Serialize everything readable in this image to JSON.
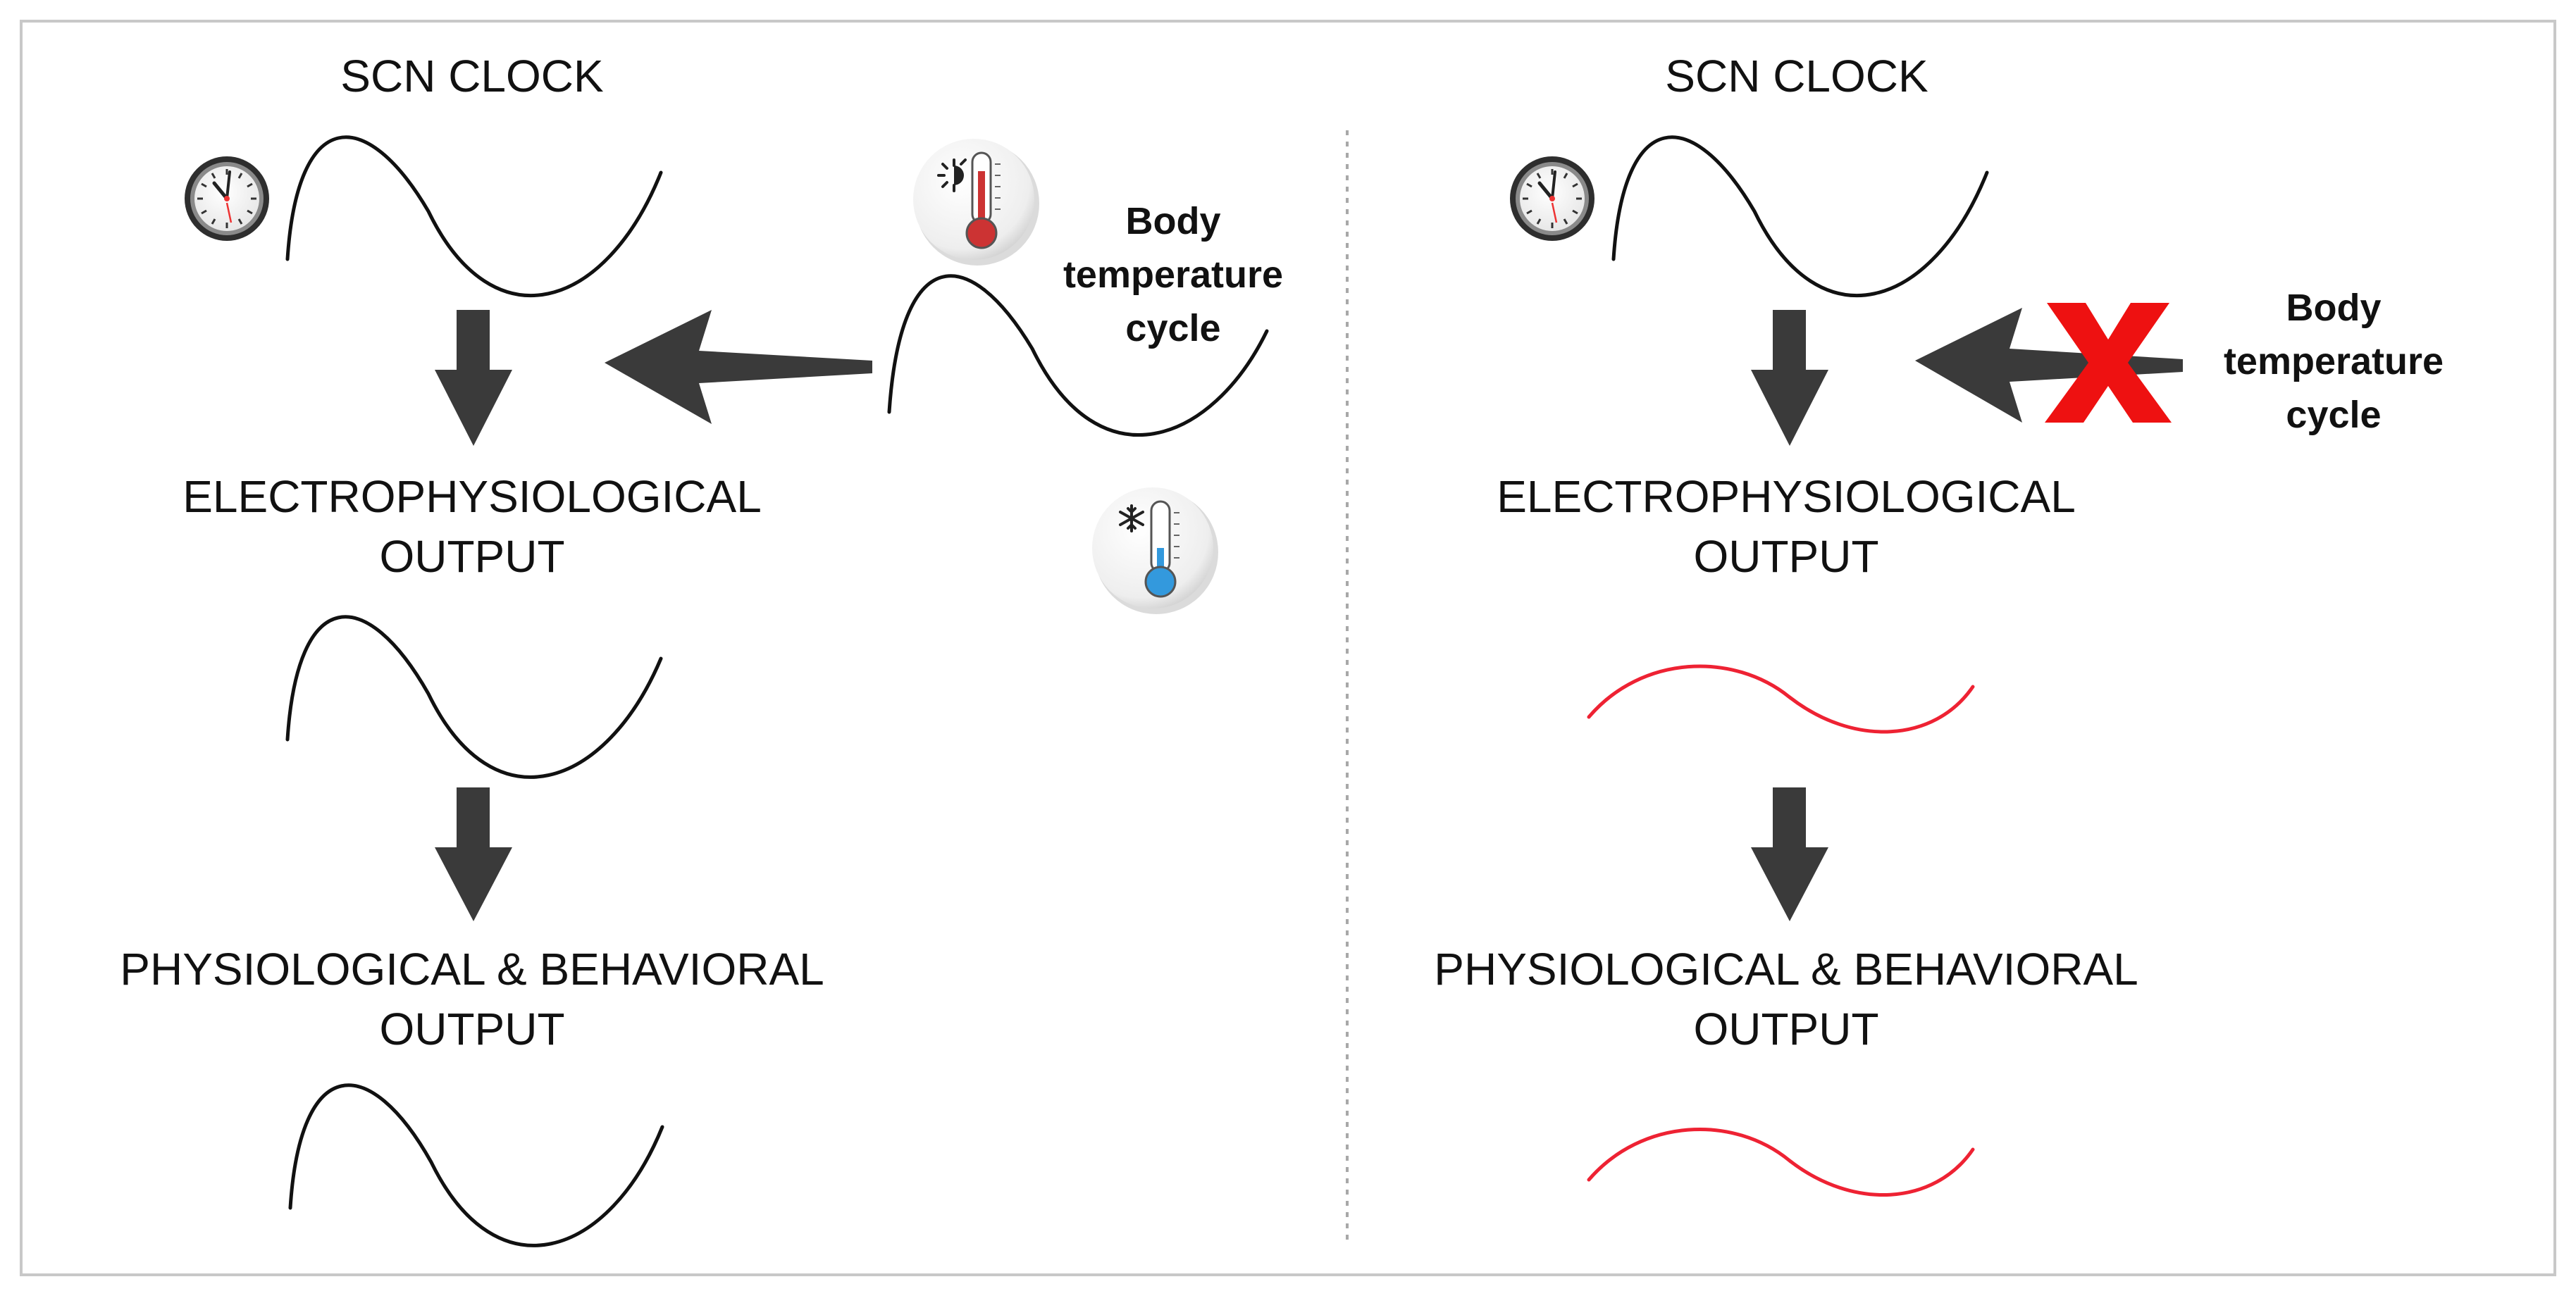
{
  "left_panel": {
    "clock_title": "SCN CLOCK",
    "electro_line1": "ELECTROPHYSIOLOGICAL",
    "electro_line2": "OUTPUT",
    "phys_line1": "PHYSIOLOGICAL & BEHAVIORAL",
    "phys_line2": "OUTPUT",
    "temp_line1": "Body",
    "temp_line2": "temperature",
    "temp_line3": "cycle"
  },
  "right_panel": {
    "clock_title": "SCN CLOCK",
    "electro_line1": "ELECTROPHYSIOLOGICAL",
    "electro_line2": "OUTPUT",
    "phys_line1": "PHYSIOLOGICAL & BEHAVIORAL",
    "phys_line2": "OUTPUT",
    "temp_line1": "Body",
    "temp_line2": "temperature",
    "temp_line3": "cycle"
  },
  "icons": [
    "clock-icon",
    "hot-thermometer-icon",
    "cold-thermometer-icon",
    "blocked-x-icon"
  ],
  "colors": {
    "wave_normal": "#111111",
    "wave_dampened": "#ee2233",
    "arrow": "#3a3a3a",
    "blocked_x": "#ee1111",
    "thermo_hot": "#cc3333",
    "thermo_cold": "#3399dd"
  }
}
